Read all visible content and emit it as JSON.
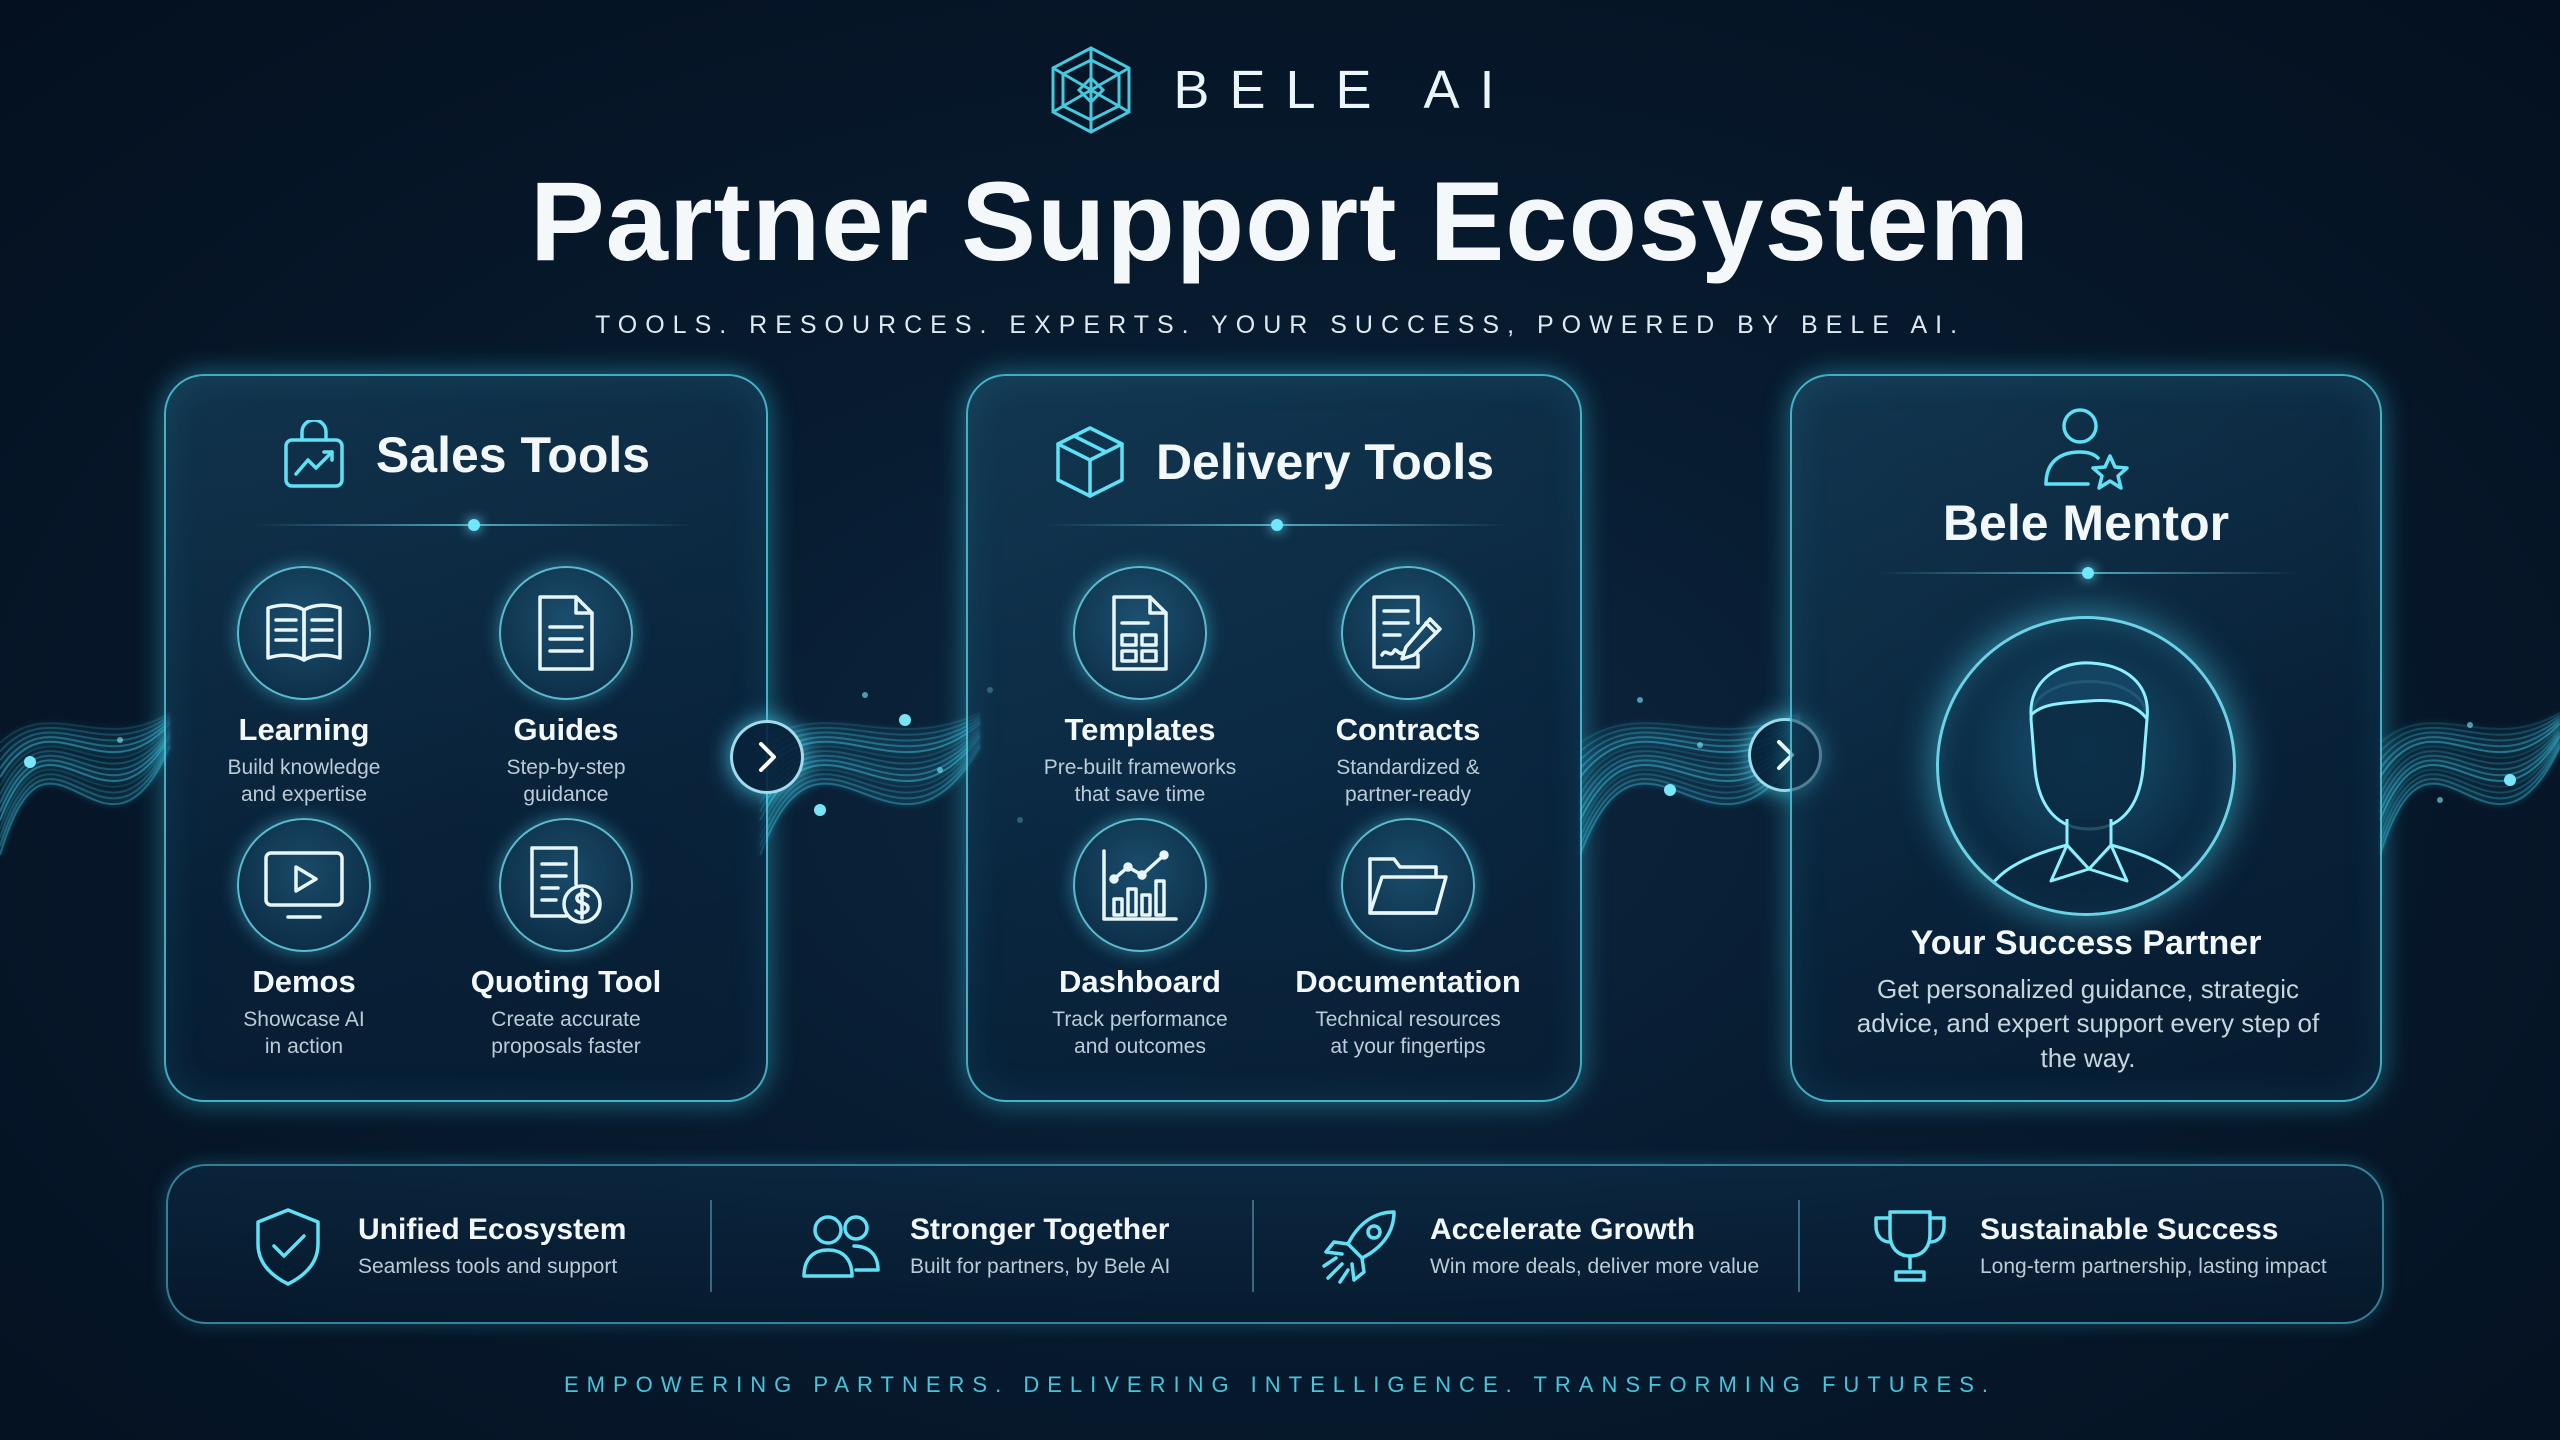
{
  "header": {
    "brand_name": "BELE AI",
    "title": "Partner Support Ecosystem",
    "tagline": "TOOLS. RESOURCES. EXPERTS. YOUR SUCCESS, POWERED BY BELE AI."
  },
  "sales_tools": {
    "title": "Sales Tools",
    "items": [
      {
        "name": "Learning",
        "desc1": "Build knowledge",
        "desc2": "and expertise",
        "icon": "book-icon"
      },
      {
        "name": "Guides",
        "desc1": "Step-by-step",
        "desc2": "guidance",
        "icon": "document-icon"
      },
      {
        "name": "Demos",
        "desc1": "Showcase AI",
        "desc2": "in action",
        "icon": "monitor-play-icon"
      },
      {
        "name": "Quoting Tool",
        "desc1": "Create accurate",
        "desc2": "proposals faster",
        "icon": "invoice-dollar-icon"
      }
    ]
  },
  "delivery_tools": {
    "title": "Delivery Tools",
    "items": [
      {
        "name": "Templates",
        "desc1": "Pre-built frameworks",
        "desc2": "that save time",
        "icon": "template-icon"
      },
      {
        "name": "Contracts",
        "desc1": "Standardized &",
        "desc2": "partner-ready",
        "icon": "contract-pen-icon"
      },
      {
        "name": "Dashboard",
        "desc1": "Track performance",
        "desc2": "and outcomes",
        "icon": "chart-icon"
      },
      {
        "name": "Documentation",
        "desc1": "Technical resources",
        "desc2": "at your fingertips",
        "icon": "folder-icon"
      }
    ]
  },
  "mentor": {
    "title": "Bele Mentor",
    "subtitle": "Your Success Partner",
    "desc": "Get personalized guidance, strategic advice, and expert support every step of the way."
  },
  "features": [
    {
      "title": "Unified Ecosystem",
      "desc": "Seamless tools and support",
      "icon": "shield-check-icon"
    },
    {
      "title": "Stronger Together",
      "desc": "Built for partners, by Bele AI",
      "icon": "users-icon"
    },
    {
      "title": "Accelerate Growth",
      "desc": "Win more deals, deliver more value",
      "icon": "rocket-icon"
    },
    {
      "title": "Sustainable Success",
      "desc": "Long-term partnership, lasting impact",
      "icon": "trophy-icon"
    }
  ],
  "footer": "EMPOWERING PARTNERS. DELIVERING INTELLIGENCE. TRANSFORMING FUTURES.",
  "colors": {
    "accent": "#5fe0f5",
    "background": "#071a2e",
    "text": "#f2f7fa"
  }
}
